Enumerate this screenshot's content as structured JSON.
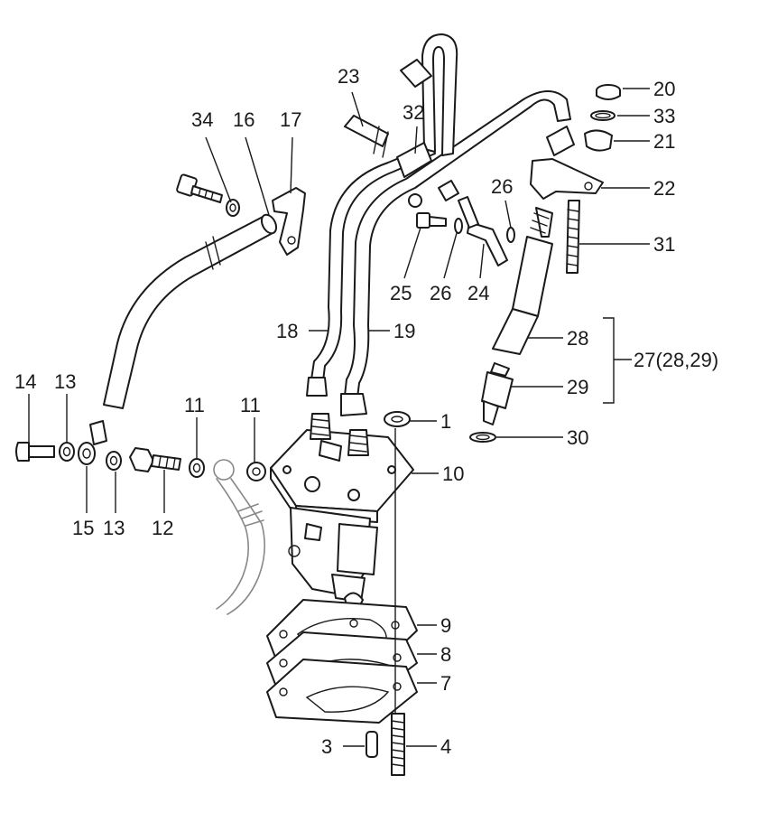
{
  "colors": {
    "line": "#1a1a1a",
    "ghost": "#888888",
    "background": "#ffffff"
  },
  "labels": {
    "c1": "1",
    "c3": "3",
    "c4": "4",
    "c7": "7",
    "c8": "8",
    "c9": "9",
    "c10": "10",
    "c11a": "11",
    "c11b": "11",
    "c12": "12",
    "c13a": "13",
    "c13b": "13",
    "c14": "14",
    "c15": "15",
    "c16": "16",
    "c17": "17",
    "c18": "18",
    "c19": "19",
    "c20": "20",
    "c21": "21",
    "c22": "22",
    "c23": "23",
    "c24": "24",
    "c25": "25",
    "c26a": "26",
    "c26b": "26",
    "c27": "27(28,29)",
    "c28": "28",
    "c29": "29",
    "c30": "30",
    "c31": "31",
    "c32": "32",
    "c33": "33",
    "c34": "34"
  }
}
